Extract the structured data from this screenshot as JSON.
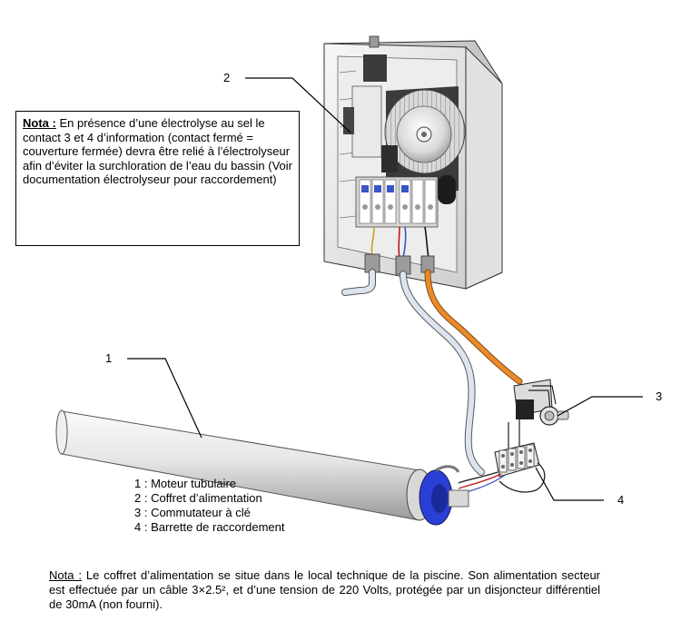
{
  "callouts": {
    "motor": "1",
    "box": "2",
    "switch": "3",
    "terminal": "4"
  },
  "nota_box": {
    "label": "Nota :",
    "text": " En présence d’une électrolyse au sel le contact 3 et 4 d’information (contact fermé = couverture fermée) devra être relié à l’électrolyseur afin d’éviter la surchloration de l’eau du bassin (Voir documentation électrolyseur pour raccordement)"
  },
  "legend": [
    "1 : Moteur tubulaire",
    "2 : Coffret d’alimentation",
    "3 : Commutateur à clé",
    "4 : Barrette de raccordement"
  ],
  "bottom_note": {
    "label": "Nota :",
    "text": " Le coffret d’alimentation se situe dans le local technique de la piscine. Son alimentation secteur est effectuée par un câble 3×2.5², et d’une tension de 220 Volts, protégée par un disjoncteur différentiel de 30mA (non fourni)."
  },
  "colors": {
    "cable_white": "#dde4f0",
    "cable_orange": "#e88a2a",
    "motor_cap": "#2a3fd6",
    "box_body": "#f2f2f2"
  }
}
